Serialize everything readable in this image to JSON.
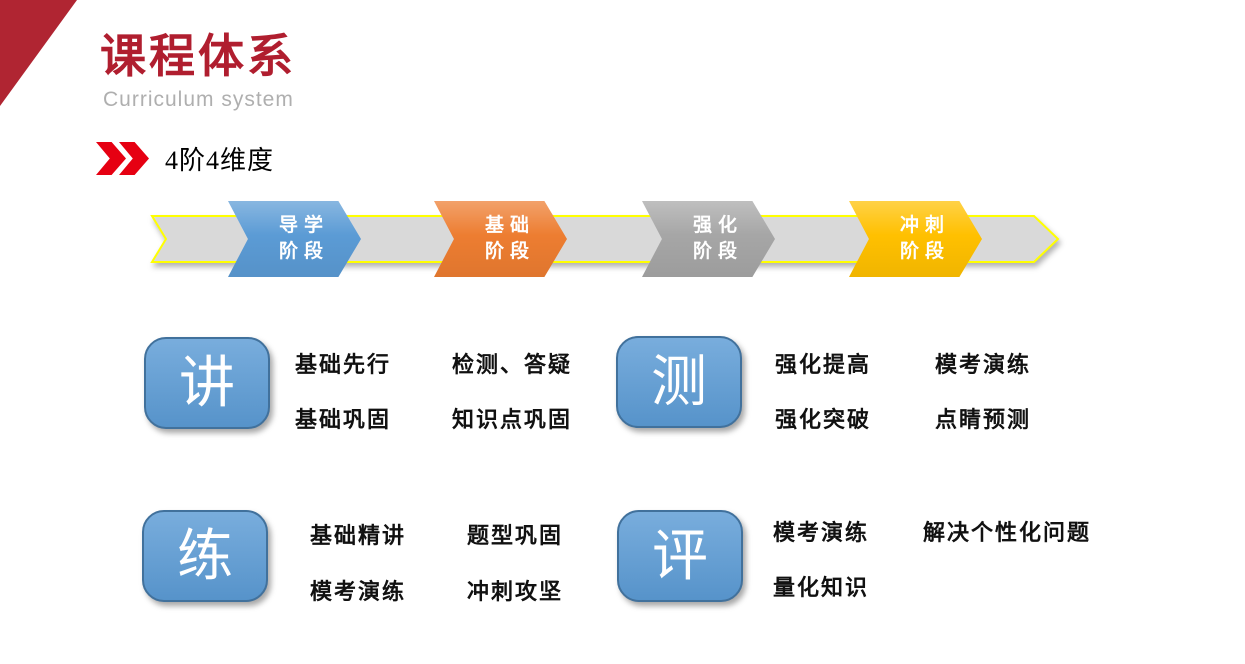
{
  "slide": {
    "title": "课程体系",
    "subtitle": "Curriculum system",
    "section_label": "4阶4维度"
  },
  "colors": {
    "title_red": "#B01E2F",
    "corner_red": "#B02532",
    "marker_red": "#E60012",
    "band_fill": "#D9D9D9",
    "band_border": "#FFFF00",
    "feature_box_fill": "#5B9BD5",
    "feature_box_border": "#41719C",
    "stage_text": "#FFFFFF"
  },
  "stages": [
    {
      "line1": "导学",
      "line2": "阶段",
      "color": "#5B9BD5"
    },
    {
      "line1": "基础",
      "line2": "阶段",
      "color": "#ED7D31"
    },
    {
      "line1": "强化",
      "line2": "阶段",
      "color": "#A6A6A6"
    },
    {
      "line1": "冲刺",
      "line2": "阶段",
      "color": "#FFC000"
    }
  ],
  "quadrants": [
    {
      "letter": "讲",
      "items": [
        [
          "基础先行",
          "基础巩固"
        ],
        [
          "检测、答疑",
          "知识点巩固"
        ]
      ]
    },
    {
      "letter": "测",
      "items": [
        [
          "强化提高",
          "强化突破"
        ],
        [
          "模考演练",
          "点睛预测"
        ]
      ]
    },
    {
      "letter": "练",
      "items": [
        [
          "基础精讲",
          "模考演练"
        ],
        [
          "题型巩固",
          "冲刺攻坚"
        ]
      ]
    },
    {
      "letter": "评",
      "items": [
        [
          "模考演练",
          "量化知识"
        ],
        [
          "解决个性化问题"
        ]
      ]
    }
  ]
}
